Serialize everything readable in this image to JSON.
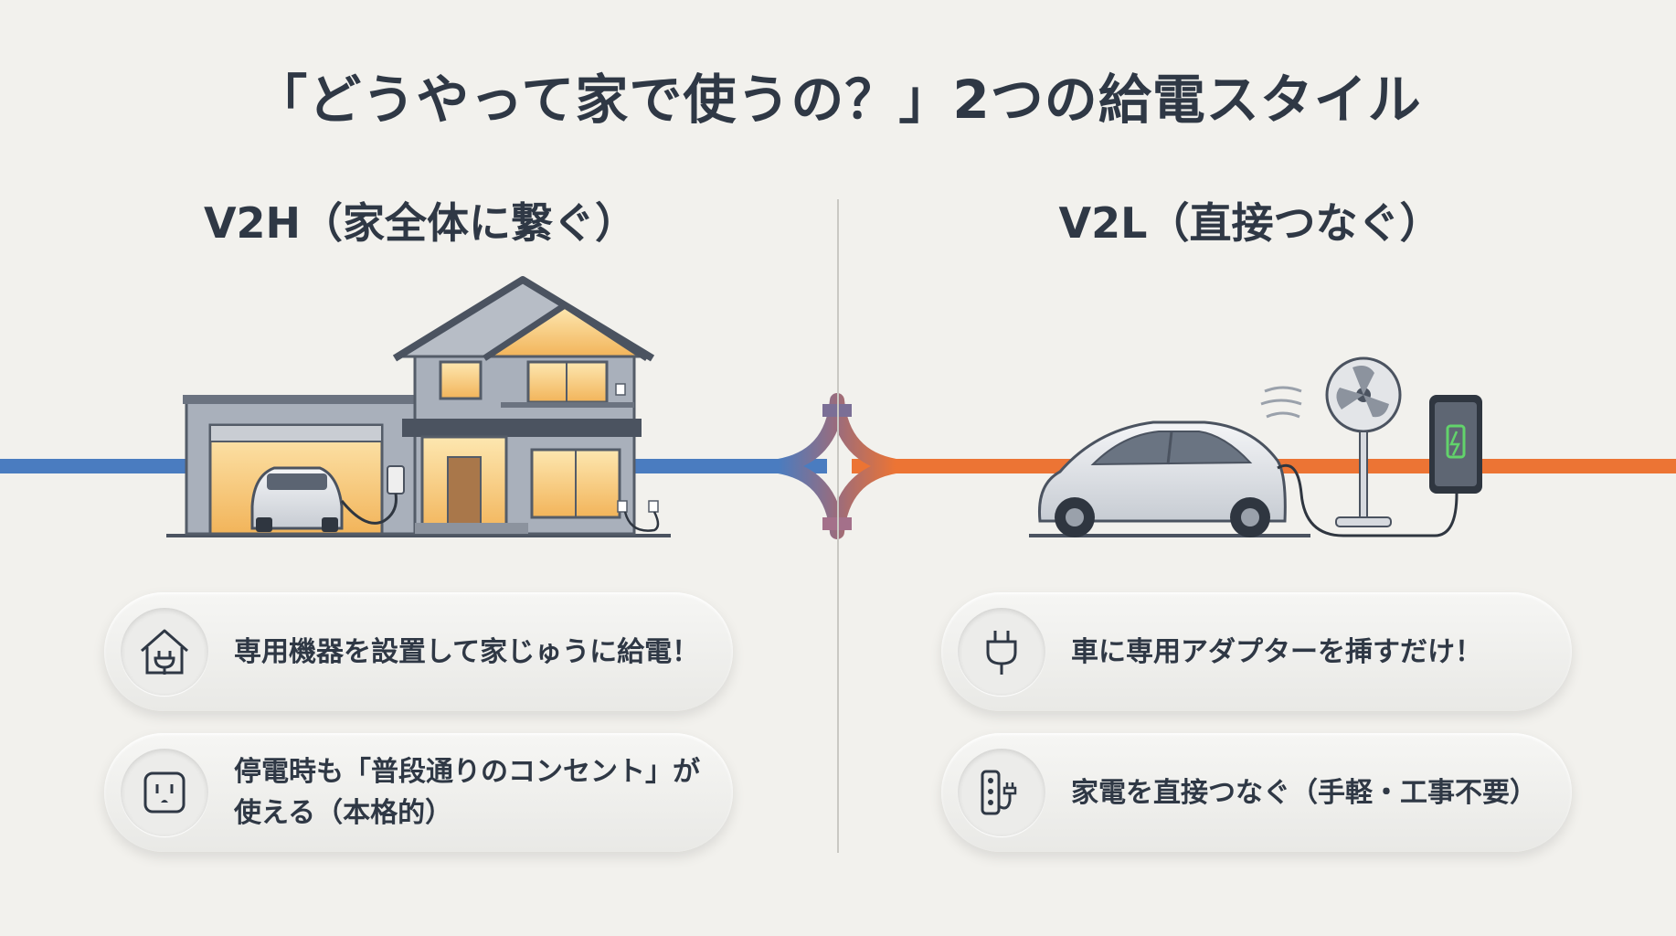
{
  "title": "「どうやって家で使うの？」2つの給電スタイル",
  "left": {
    "heading": "V2H（家全体に繋ぐ）",
    "cards": [
      {
        "icon": "house-plug-icon",
        "text": "専用機器を設置して家じゅうに給電！"
      },
      {
        "icon": "outlet-icon",
        "text": "停電時も「普段通りのコンセント」が\n使える（本格的）"
      }
    ]
  },
  "right": {
    "heading": "V2L（直接つなぐ）",
    "cards": [
      {
        "icon": "plug-icon",
        "text": "車に専用アダプターを挿すだけ！"
      },
      {
        "icon": "power-strip-icon",
        "text": "家電を直接つなぐ（手軽・工事不要）"
      }
    ]
  },
  "colors": {
    "v2h_line": "#4a7cc0",
    "v2l_line": "#ec7434",
    "window_glow": "#f7c56a"
  }
}
